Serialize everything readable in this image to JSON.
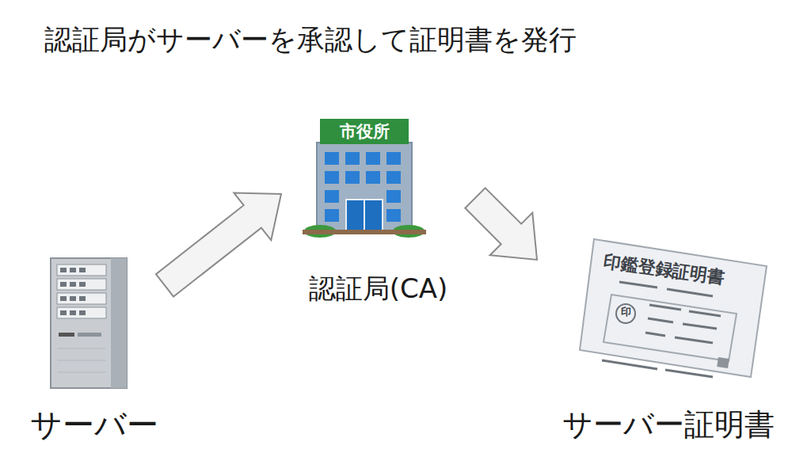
{
  "diagram": {
    "title": "認証局がサーバーを承認して証明書を発行",
    "nodes": [
      {
        "text": [
          "サーバー"
        ]
      },
      {
        "text": [
          "市役所",
          "認証局(CA)"
        ]
      },
      {
        "text": [
          "印鑑登録証明書",
          "印",
          "サーバー証明書"
        ]
      }
    ],
    "edges": [
      {
        "from": 0,
        "to": 1,
        "arrow": "to"
      },
      {
        "from": 1,
        "to": 2,
        "arrow": "to"
      }
    ]
  }
}
